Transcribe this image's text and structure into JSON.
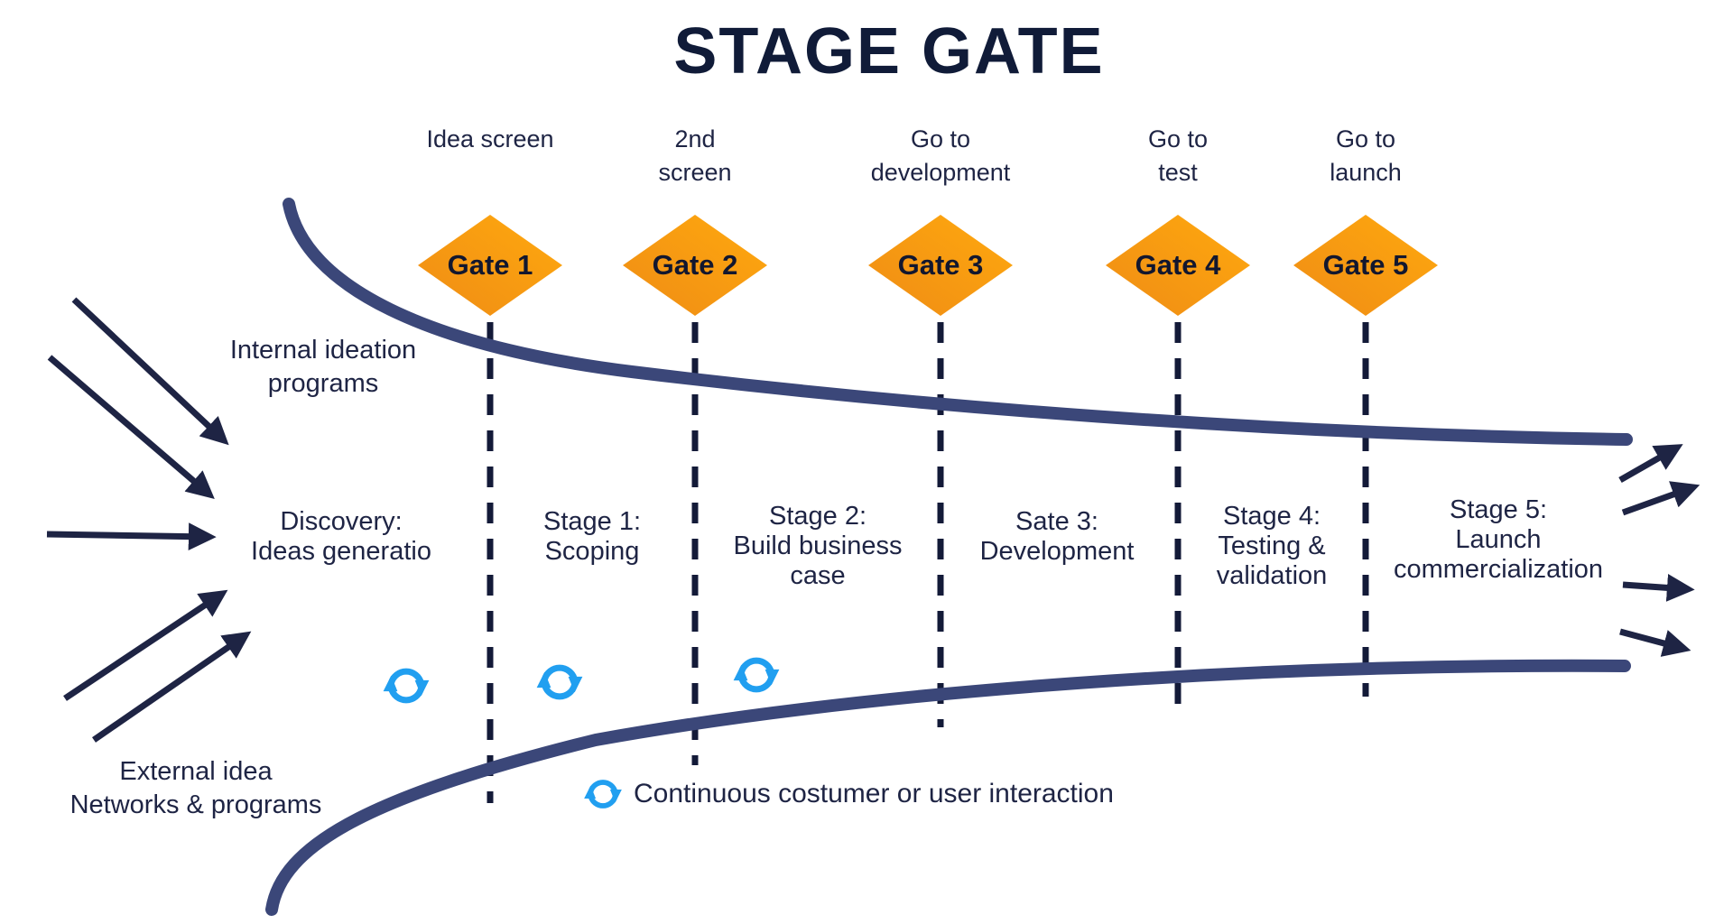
{
  "title": "STAGE GATE",
  "gates": [
    {
      "top_label": "Idea screen",
      "name": "Gate 1"
    },
    {
      "top_label": "2nd\nscreen",
      "name": "Gate 2"
    },
    {
      "top_label": "Go to\ndevelopment",
      "name": "Gate 3"
    },
    {
      "top_label": "Go to\ntest",
      "name": "Gate 4"
    },
    {
      "top_label": "Go to\nlaunch",
      "name": "Gate 5"
    }
  ],
  "stages": [
    {
      "label": "Discovery:\nIdeas generatio"
    },
    {
      "label": "Stage 1:\nScoping"
    },
    {
      "label": "Stage 2:\nBuild business\ncase"
    },
    {
      "label": "Sate 3:\nDevelopment"
    },
    {
      "label": "Stage 4:\nTesting &\nvalidation"
    },
    {
      "label": "Stage 5:\nLaunch\ncommercialization"
    }
  ],
  "inputs": {
    "internal_label": "Internal ideation\nprograms",
    "external_label": "External idea\nNetworks & programs"
  },
  "legend": {
    "icon": "sync-icon",
    "text": "Continuous costumer or user interaction"
  },
  "colors": {
    "text_navy": "#1e2444",
    "dash_navy": "#131a38",
    "funnel_blue": "#3b4779",
    "sync_blue": "#219ff0",
    "gate_orange_dark": "#ef8c15",
    "gate_orange_light": "#ffa90e"
  }
}
